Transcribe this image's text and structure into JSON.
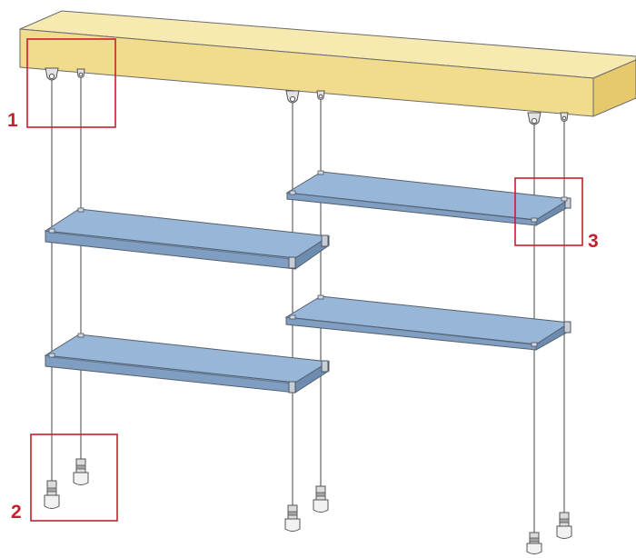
{
  "callouts": [
    {
      "number": "1",
      "part": "top-mount"
    },
    {
      "number": "2",
      "part": "bottom-weight"
    },
    {
      "number": "3",
      "part": "shelf-bracket"
    }
  ],
  "colors": {
    "beam": "#f1dc8e",
    "shelf": "#97b6d8",
    "callout": "#c4212f",
    "cable": "#707070"
  }
}
